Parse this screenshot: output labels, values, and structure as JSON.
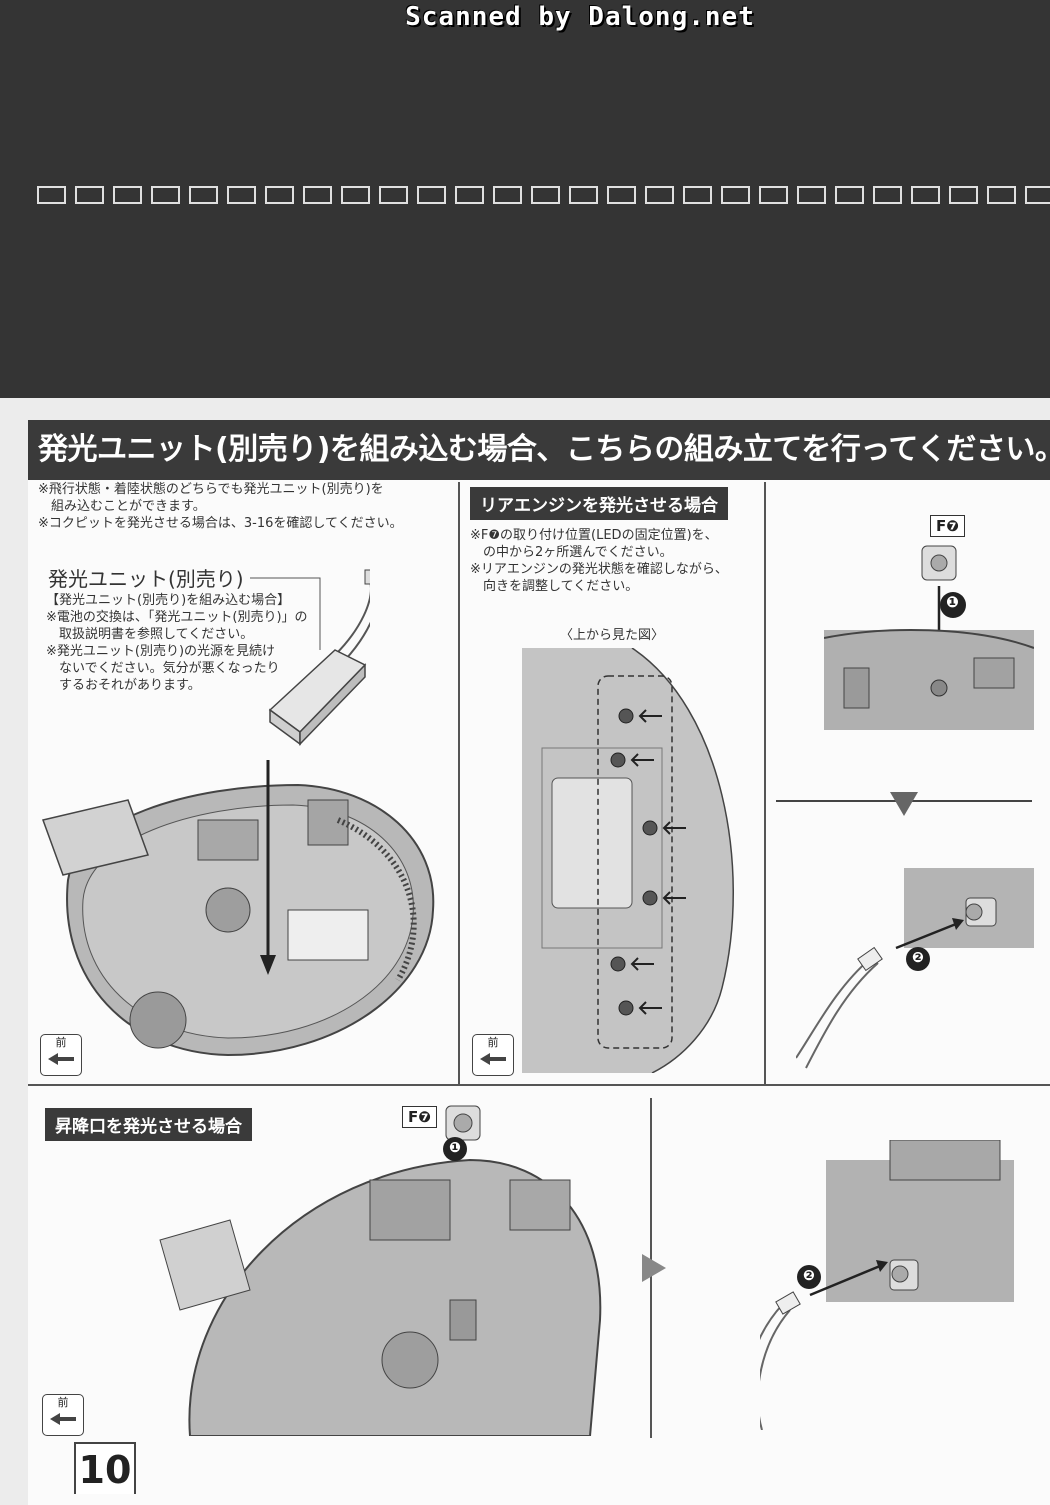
{
  "scan_credit": "Scanned by Dalong.net",
  "headline": "発光ユニット(別売り)を組み込む場合、こちらの組み立てを行ってください。",
  "intro_notes": [
    "※飛行状態・着陸状態のどちらでも発光ユニット(別売り)を",
    "　組み込むことができます。",
    "※コクピットを発光させる場合は、3-16を確認してください。"
  ],
  "unit": {
    "title": "発光ユニット(別売り)",
    "notes": [
      "【発光ユニット(別売り)を組み込む場合】",
      "※電池の交換は、「発光ユニット(別売り)」の",
      "　取扱説明書を参照してください。",
      "※発光ユニット(別売り)の光源を見続け",
      "　ないでください。気分が悪くなったり",
      "　するおそれがあります。"
    ]
  },
  "rear_engine": {
    "label": "リアエンジンを発光させる場合",
    "notes": [
      "※F❼の取り付け位置(LEDの固定位置)を、",
      "　の中から2ヶ所選んでください。",
      "※リアエンジンの発光状態を確認しながら、",
      "　向きを調整してください。"
    ],
    "view_caption": "〈上から見た図〉"
  },
  "ramp": {
    "label": "昇降口を発光させる場合"
  },
  "part_tag": "F❼",
  "front_label": "前",
  "step_markers": [
    "❶",
    "❷"
  ],
  "page_number": "10",
  "colors": {
    "band": "#343434",
    "label_bg": "#3a3a3a",
    "part_gray": "#b8b8b8"
  }
}
